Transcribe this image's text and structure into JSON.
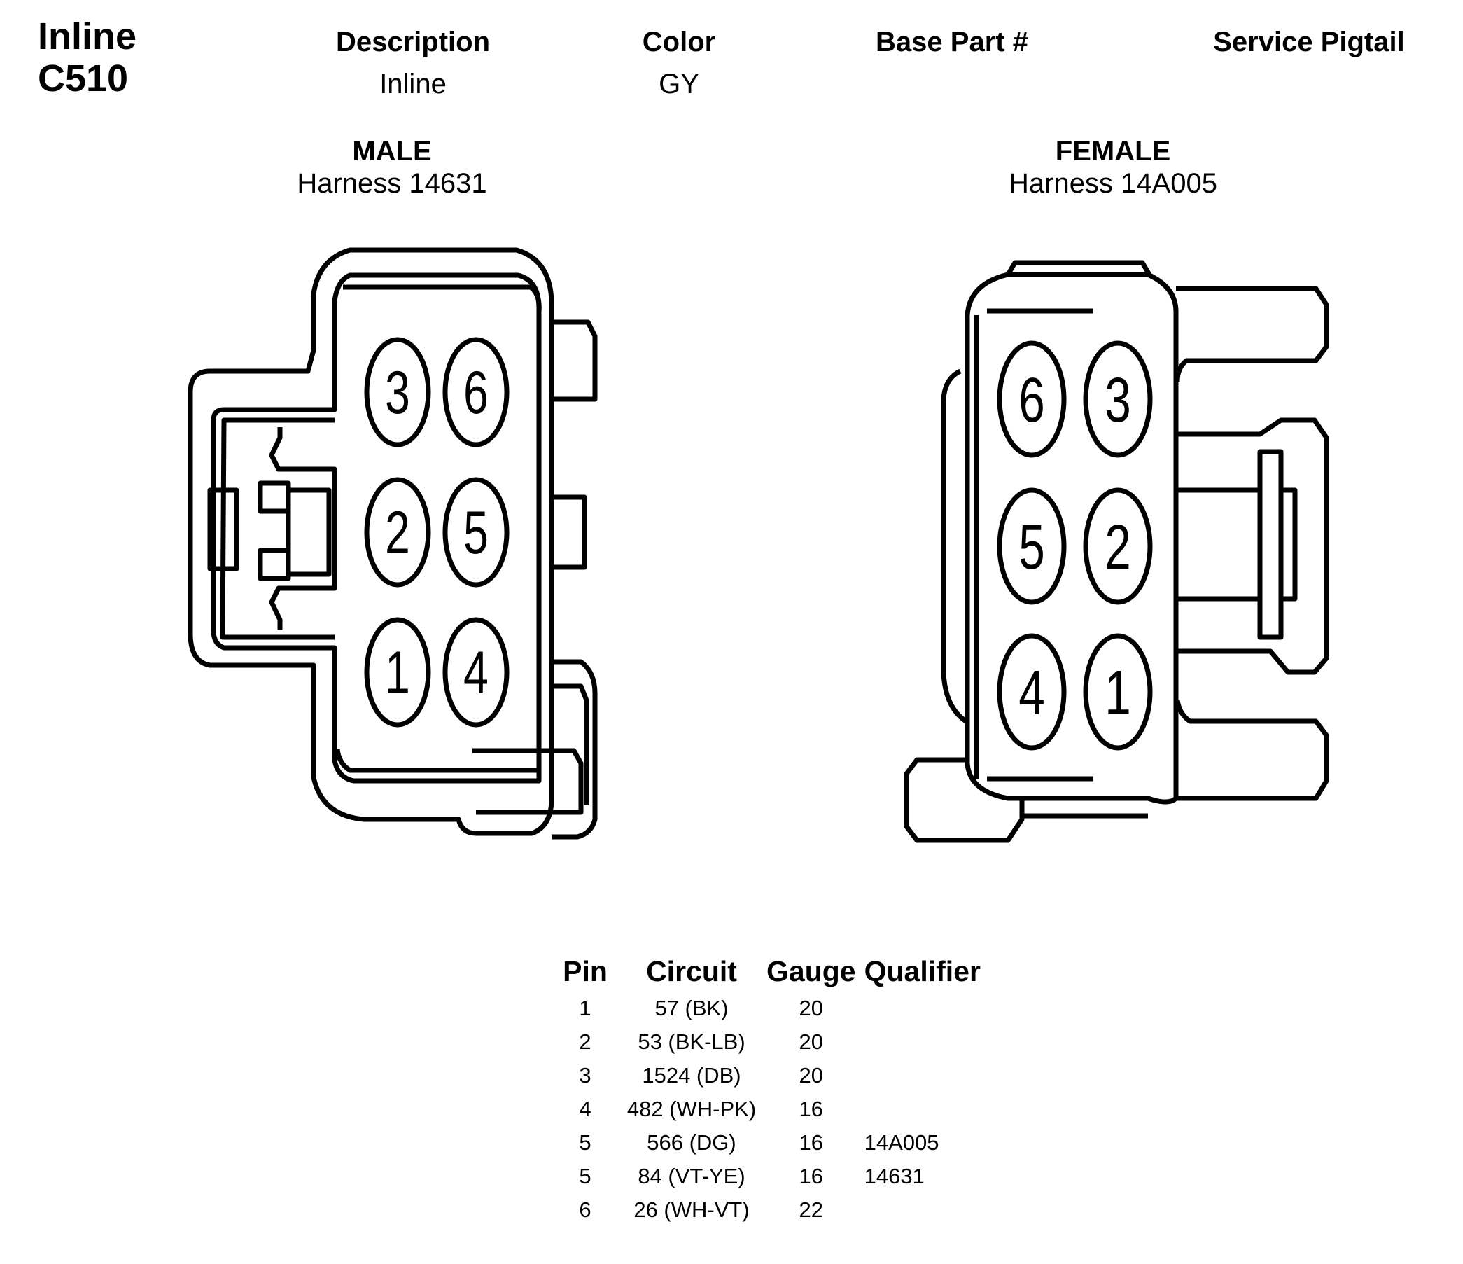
{
  "connector": {
    "line1": "Inline",
    "line2": "C510"
  },
  "header": {
    "description_label": "Description",
    "description_value": "Inline",
    "color_label": "Color",
    "color_value": "GY",
    "base_part_label": "Base Part #",
    "service_pigtail_label": "Service Pigtail"
  },
  "male": {
    "title": "MALE",
    "harness": "Harness 14631",
    "pins": [
      "3",
      "6",
      "2",
      "5",
      "1",
      "4"
    ]
  },
  "female": {
    "title": "FEMALE",
    "harness": "Harness 14A005",
    "pins": [
      "6",
      "3",
      "5",
      "2",
      "4",
      "1"
    ]
  },
  "pin_table": {
    "headers": [
      "Pin",
      "Circuit",
      "Gauge",
      "Qualifier"
    ],
    "rows": [
      {
        "pin": "1",
        "circuit": "57 (BK)",
        "gauge": "20",
        "qualifier": ""
      },
      {
        "pin": "2",
        "circuit": "53 (BK-LB)",
        "gauge": "20",
        "qualifier": ""
      },
      {
        "pin": "3",
        "circuit": "1524 (DB)",
        "gauge": "20",
        "qualifier": ""
      },
      {
        "pin": "4",
        "circuit": "482 (WH-PK)",
        "gauge": "16",
        "qualifier": ""
      },
      {
        "pin": "5",
        "circuit": "566 (DG)",
        "gauge": "16",
        "qualifier": "14A005"
      },
      {
        "pin": "5",
        "circuit": "84 (VT-YE)",
        "gauge": "16",
        "qualifier": "14631"
      },
      {
        "pin": "6",
        "circuit": "26 (WH-VT)",
        "gauge": "22",
        "qualifier": ""
      }
    ]
  }
}
